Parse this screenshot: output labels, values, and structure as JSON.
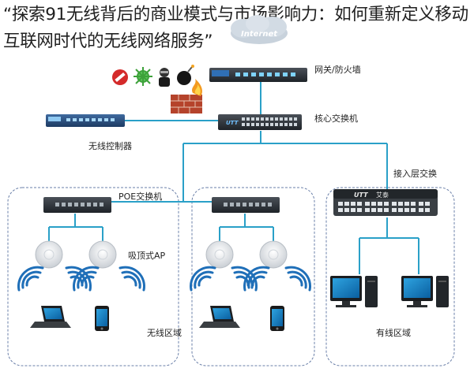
{
  "title": "“探索91无线背后的商业模式与市场影响力：如何重新定义移动互联网时代的无线网络服务”",
  "labels": {
    "gateway": "网关/防火墙",
    "core_switch": "核心交换机",
    "wireless_controller": "无线控制器",
    "access_switch": "接入层交换",
    "poe_switch": "POE交换机",
    "ceiling_ap": "吸顶式AP",
    "wireless_zone": "无线区域",
    "wired_zone": "有线区域",
    "internet": "Internet",
    "brand": "艾泰"
  },
  "colors": {
    "link": "#2aa0c8",
    "zone_border": "#6a7fa8",
    "gateway": "#2a4a7a",
    "firewall": "#c0462a"
  }
}
